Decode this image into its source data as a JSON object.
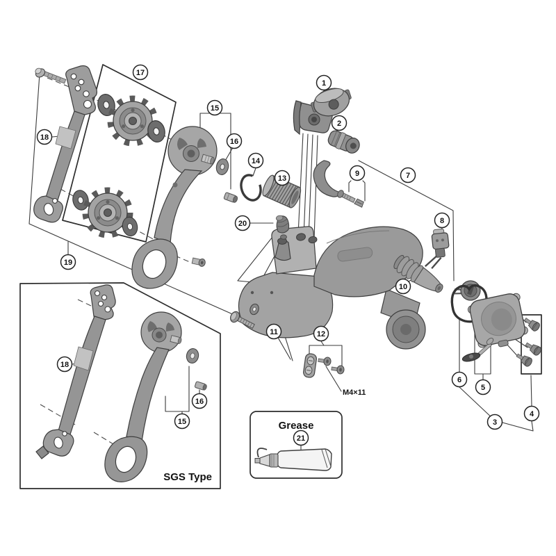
{
  "diagram": {
    "callouts": {
      "c1": "1",
      "c2": "2",
      "c3": "3",
      "c4": "4",
      "c5": "5",
      "c6": "6",
      "c7": "7",
      "c8": "8",
      "c9": "9",
      "c10": "10",
      "c11": "11",
      "c12": "12",
      "c13": "13",
      "c14": "14",
      "c15": "15",
      "c16": "16",
      "c17": "17",
      "c18": "18",
      "c19": "19",
      "c20": "20",
      "c21": "21",
      "c15b": "15",
      "c16b": "16",
      "c18b": "18"
    },
    "labels": {
      "grease_title": "Grease",
      "sgs_type": "SGS Type",
      "screw_spec": "M4×11"
    },
    "colors": {
      "background": "#ffffff",
      "line": "#3a3a3a",
      "part_light": "#c2c2c2",
      "part_mid": "#9a9a9a",
      "part_dark": "#6d6d6d"
    }
  }
}
